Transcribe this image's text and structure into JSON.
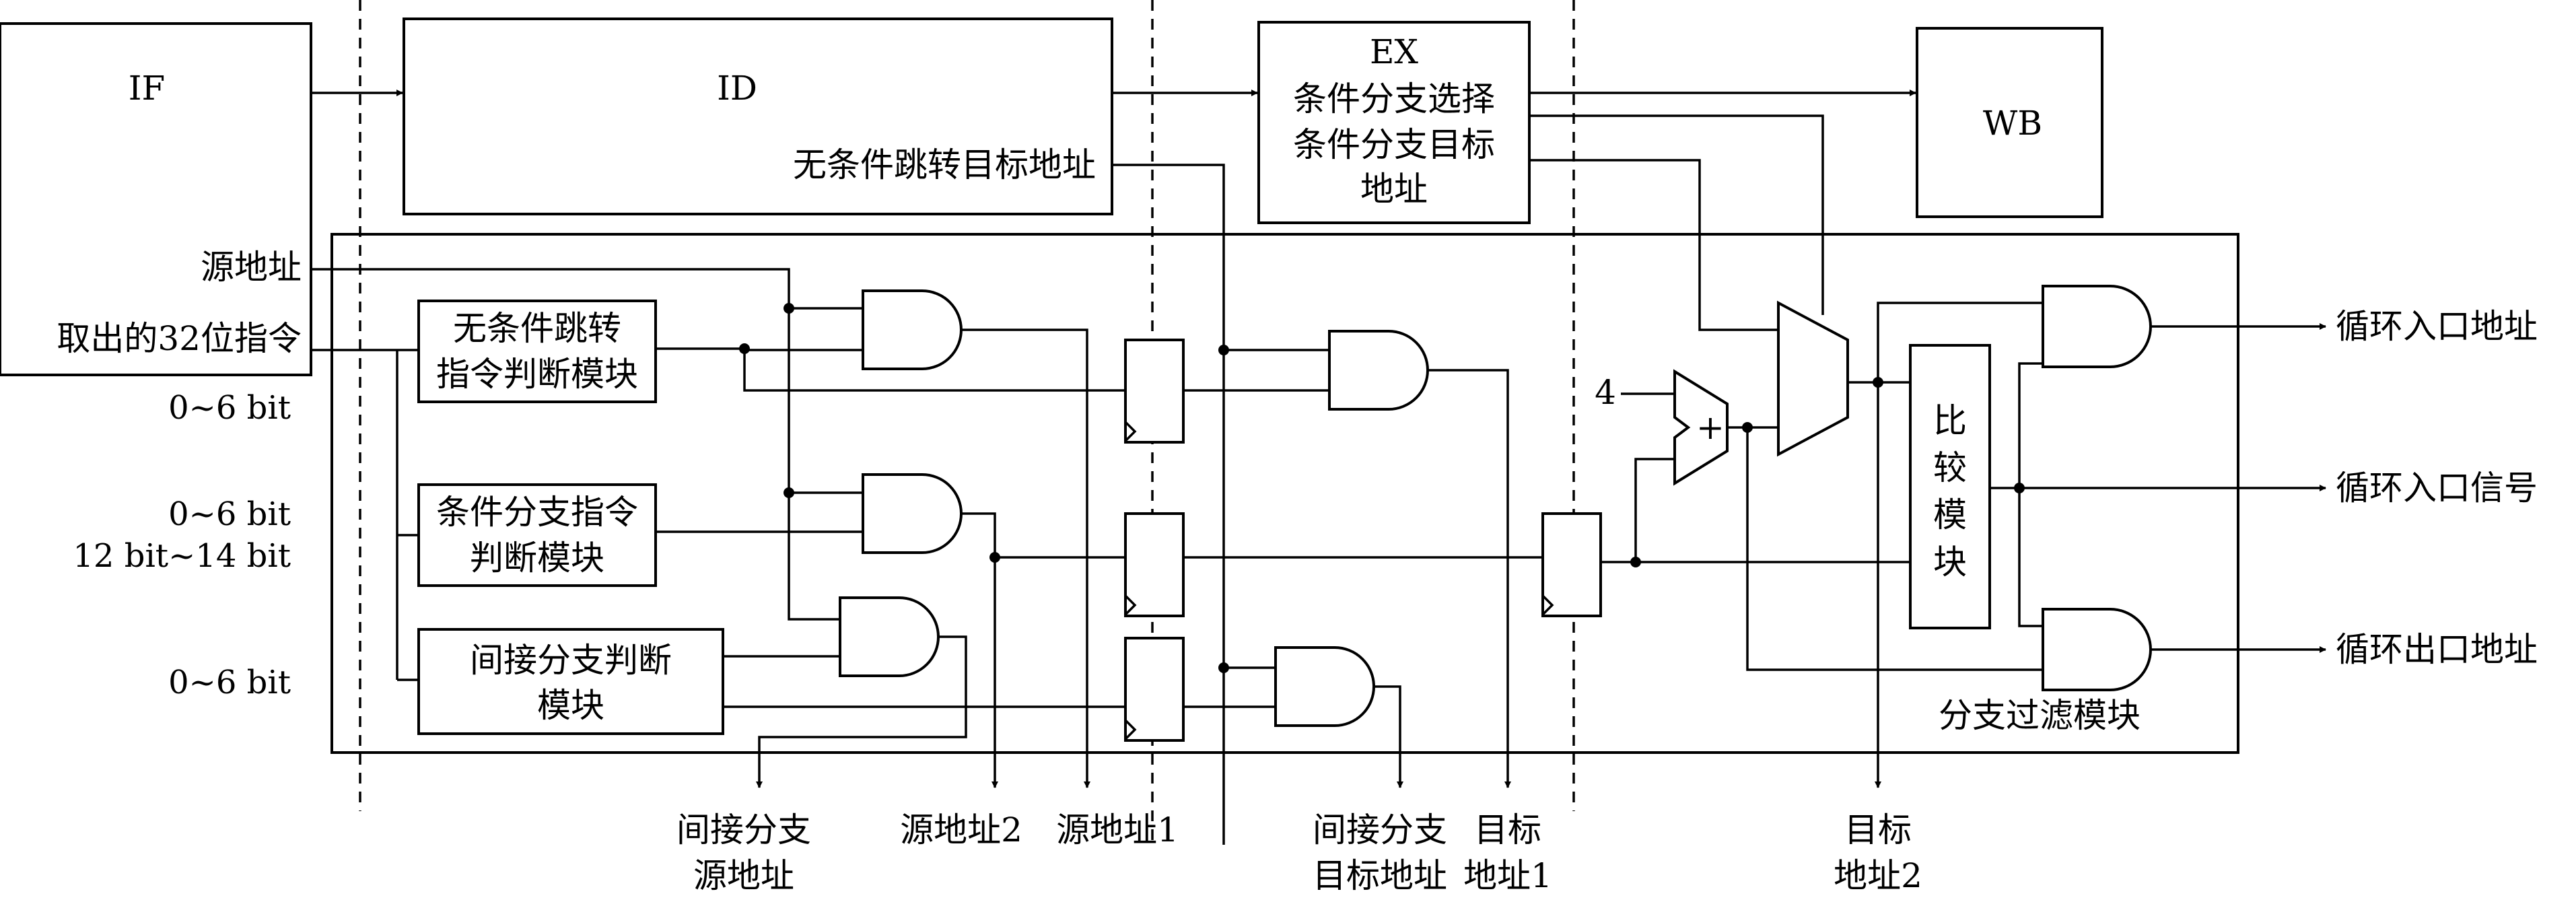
{
  "stages": {
    "if": "IF",
    "id": "ID",
    "id_out": "无条件跳转目标地址",
    "ex": "EX",
    "ex_line1": "条件分支选择",
    "ex_line2": "条件分支目标",
    "ex_line3": "地址",
    "wb": "WB"
  },
  "if_outputs": {
    "src_addr": "源地址",
    "fetched_instr": "取出的32位指令"
  },
  "bit_labels": {
    "b1": "0~6 bit",
    "b2": "0~6 bit",
    "b3": "12 bit~14 bit",
    "b4": "0~6 bit"
  },
  "modules": {
    "uncond_l1": "无条件跳转",
    "uncond_l2": "指令判断模块",
    "cond_l1": "条件分支指令",
    "cond_l2": "判断模块",
    "indir_l1": "间接分支判断",
    "indir_l2": "模块",
    "compare_chars": [
      "比",
      "较",
      "模",
      "块"
    ],
    "filter": "分支过滤模块"
  },
  "adder": {
    "const": "4",
    "plus": "+"
  },
  "outputs": {
    "loop_entry_addr": "循环入口地址",
    "loop_entry_signal": "循环入口信号",
    "loop_exit_addr": "循环出口地址"
  },
  "bottom_labels": {
    "indir_src_l1": "间接分支",
    "indir_src_l2": "源地址",
    "src2": "源地址2",
    "src1": "源地址1",
    "indir_tgt_l1": "间接分支",
    "indir_tgt_l2": "目标地址",
    "tgt1_l1": "目标",
    "tgt1_l2": "地址1",
    "tgt2_l1": "目标",
    "tgt2_l2": "地址2"
  }
}
